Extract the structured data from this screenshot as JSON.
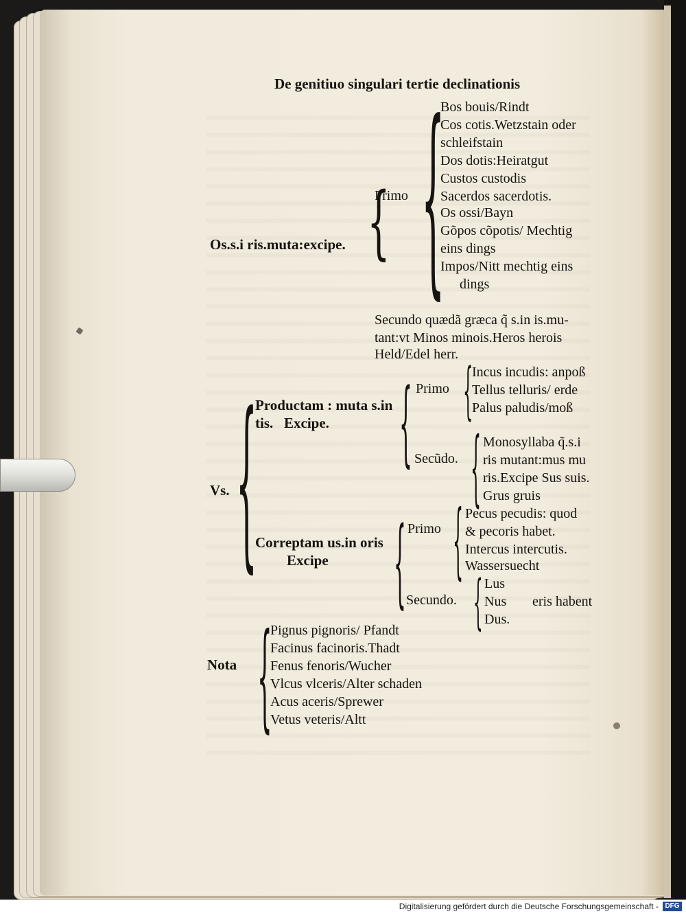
{
  "heading": "De genitiuo singulari tertie declinationis",
  "os": {
    "label": "Os.s.i ris.muta:excipe.",
    "primo": "Primo",
    "primo_items": [
      "Bos bouis/Rindt",
      "Cos cotis.Wetzstain oder",
      "schleifstain",
      "Dos dotis:Heiratgut",
      "Custos custodis",
      "Sacerdos sacerdotis.",
      "Os ossi/Bayn",
      "Gõpos cõpotis/ Mechtig",
      "eins dings",
      "Impos/Nitt mechtig eins",
      "dings"
    ],
    "secundo_lines": [
      "Secundo quædã græca q̃ s.in is.mu-",
      "tant:vt Minos minois.Heros herois",
      "Held/Edel herr."
    ]
  },
  "vs": {
    "label": "Vs.",
    "productam_lines": [
      "Productam : muta s.in",
      "tis.   Excipe."
    ],
    "productam_primo": "Primo",
    "productam_primo_items": [
      "Incus incudis: anpoß",
      "Tellus telluris/ erde",
      "Palus paludis/moß"
    ],
    "productam_secundo": "Secũdo.",
    "productam_secundo_items": [
      "Monosyllaba q̃.s.i",
      "ris mutant:mus mu",
      "ris.Excipe Sus suis.",
      "Grus gruis"
    ],
    "correptam_lines": [
      "Correptam us.in oris",
      "Excipe"
    ],
    "correptam_primo": "Primo",
    "correptam_primo_items": [
      "Pecus pecudis: quod",
      "& pecoris habet.",
      "Intercus intercutis.",
      "Wassersuecht"
    ],
    "correptam_secundo": "Secundo.",
    "correptam_secundo_items": [
      "Lus",
      "Nus",
      "Dus."
    ],
    "correptam_secundo_note": "eris habent"
  },
  "nota": {
    "label": "Nota",
    "items": [
      "Pignus pignoris/ Pfandt",
      "Facinus facinoris.Thadt",
      "Fenus fenoris/Wucher",
      "Vlcus vlceris/Alter schaden",
      "Acus aceris/Sprewer",
      "Vetus veteris/Altt"
    ]
  },
  "footer": {
    "text": "Digitalisierung gefördert durch die Deutsche Forschungsgemeinschaft -",
    "logo": "DFG"
  }
}
